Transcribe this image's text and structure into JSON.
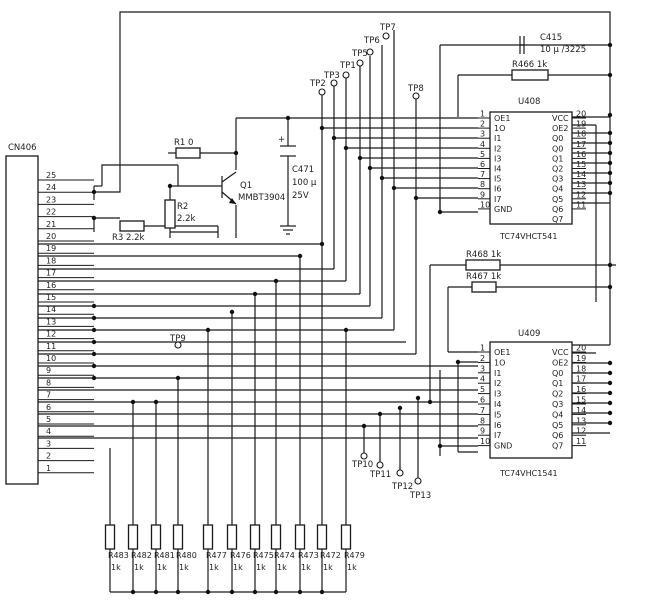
{
  "connector": {
    "ref": "CN406",
    "pins": [
      "25",
      "24",
      "23",
      "22",
      "21",
      "20",
      "19",
      "18",
      "17",
      "16",
      "15",
      "14",
      "13",
      "12",
      "11",
      "10",
      "9",
      "8",
      "7",
      "6",
      "5",
      "4",
      "3",
      "2",
      "1"
    ]
  },
  "u408": {
    "ref": "U408",
    "part": "TC74VHCT541",
    "left_pins": [
      {
        "num": "1",
        "name": "OE1"
      },
      {
        "num": "2",
        "name": "1O"
      },
      {
        "num": "3",
        "name": "I1"
      },
      {
        "num": "4",
        "name": "I2"
      },
      {
        "num": "5",
        "name": "I3"
      },
      {
        "num": "6",
        "name": "I4"
      },
      {
        "num": "7",
        "name": "I5"
      },
      {
        "num": "8",
        "name": "I6"
      },
      {
        "num": "9",
        "name": "I7"
      },
      {
        "num": "10",
        "name": "GND"
      }
    ],
    "right_pins": [
      {
        "num": "20",
        "name": "VCC"
      },
      {
        "num": "19",
        "name": "OE2"
      },
      {
        "num": "18",
        "name": "Q0"
      },
      {
        "num": "17",
        "name": "Q0"
      },
      {
        "num": "16",
        "name": "Q1"
      },
      {
        "num": "15",
        "name": "Q2"
      },
      {
        "num": "14",
        "name": "Q3"
      },
      {
        "num": "13",
        "name": "Q4"
      },
      {
        "num": "12",
        "name": "Q5"
      },
      {
        "num": "11",
        "name": "Q6"
      },
      {
        "num": "",
        "name": "Q7"
      }
    ]
  },
  "u409": {
    "ref": "U409",
    "part": "TC74VHC1541",
    "left_pins": [
      {
        "num": "1",
        "name": "OE1"
      },
      {
        "num": "2",
        "name": "1O"
      },
      {
        "num": "3",
        "name": "I1"
      },
      {
        "num": "4",
        "name": "I2"
      },
      {
        "num": "5",
        "name": "I3"
      },
      {
        "num": "6",
        "name": "I4"
      },
      {
        "num": "7",
        "name": "I5"
      },
      {
        "num": "8",
        "name": "I6"
      },
      {
        "num": "9",
        "name": "I7"
      },
      {
        "num": "10",
        "name": "GND"
      }
    ],
    "right_pins": [
      {
        "num": "20",
        "name": "VCC"
      },
      {
        "num": "19",
        "name": "OE2"
      },
      {
        "num": "18",
        "name": "Q0"
      },
      {
        "num": "17",
        "name": "Q1"
      },
      {
        "num": "16",
        "name": "Q2"
      },
      {
        "num": "15",
        "name": "Q3"
      },
      {
        "num": "14",
        "name": "Q4"
      },
      {
        "num": "13",
        "name": "Q5"
      },
      {
        "num": "12",
        "name": "Q6"
      },
      {
        "num": "11",
        "name": "Q7"
      }
    ]
  },
  "components": {
    "r1": {
      "ref": "R1",
      "value": "0"
    },
    "r2": {
      "ref": "R2",
      "value": "2.2k"
    },
    "r3": {
      "ref": "R3",
      "value": "2.2k"
    },
    "q1": {
      "ref": "Q1",
      "part": "MMBT3904"
    },
    "c471": {
      "ref": "C471",
      "value": "100 μ",
      "voltage": "25V"
    },
    "c415": {
      "ref": "C415",
      "value": "10 μ /3225"
    },
    "r466": {
      "ref": "R466",
      "value": "1k"
    },
    "r468": {
      "ref": "R468",
      "value": "1k"
    },
    "r467": {
      "ref": "R467",
      "value": "1k"
    }
  },
  "test_points": {
    "tp1": "TP1",
    "tp2": "TP2",
    "tp3": "TP3",
    "tp5": "TP5",
    "tp6": "TP6",
    "tp7": "TP7",
    "tp8": "TP8",
    "tp9": "TP9",
    "tp10": "TP10",
    "tp11": "TP11",
    "tp12": "TP12",
    "tp13": "TP13"
  },
  "bottom_resistors": [
    {
      "ref": "R483",
      "value": "1k"
    },
    {
      "ref": "R482",
      "value": "1k"
    },
    {
      "ref": "R481",
      "value": "1k"
    },
    {
      "ref": "R480",
      "value": "1k"
    },
    {
      "ref": "R477",
      "value": "1k"
    },
    {
      "ref": "R476",
      "value": "1k"
    },
    {
      "ref": "R475",
      "value": "1k"
    },
    {
      "ref": "R474",
      "value": "1k"
    },
    {
      "ref": "R473",
      "value": "1k"
    },
    {
      "ref": "R472",
      "value": "1k"
    },
    {
      "ref": "R479",
      "value": "1k"
    }
  ]
}
